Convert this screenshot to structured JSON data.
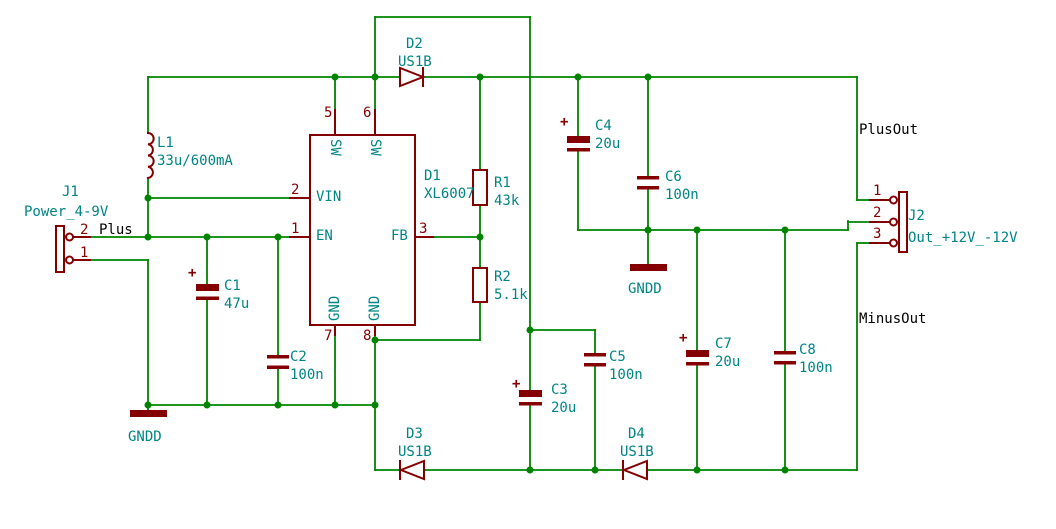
{
  "colors": {
    "wire": "#008400",
    "symbol": "#840000",
    "field": "#008484",
    "net_label": "#000000"
  },
  "components": {
    "J1": {
      "ref": "J1",
      "value": "Power_4-9V",
      "pin_numbers": [
        "1",
        "2"
      ]
    },
    "J2": {
      "ref": "J2",
      "value": "Out_+12V_-12V",
      "pin_numbers": [
        "1",
        "2",
        "3"
      ]
    },
    "L1": {
      "ref": "L1",
      "value": "33u/600mA"
    },
    "D1": {
      "ref": "D1",
      "value": "XL6007",
      "pins": {
        "vin_num": "2",
        "vin_name": "VIN",
        "en_num": "1",
        "en_name": "EN",
        "fb_num": "3",
        "fb_name": "FB",
        "sw_name": "SW",
        "sw5_num": "5",
        "sw6_num": "6",
        "gnd_name": "GND",
        "gnd7_num": "7",
        "gnd8_num": "8"
      }
    },
    "D2": {
      "ref": "D2",
      "value": "US1B"
    },
    "D3": {
      "ref": "D3",
      "value": "US1B"
    },
    "D4": {
      "ref": "D4",
      "value": "US1B"
    },
    "R1": {
      "ref": "R1",
      "value": "43k"
    },
    "R2": {
      "ref": "R2",
      "value": "5.1k"
    },
    "C1": {
      "ref": "C1",
      "value": "47u",
      "polarity": "+"
    },
    "C2": {
      "ref": "C2",
      "value": "100n"
    },
    "C3": {
      "ref": "C3",
      "value": "20u",
      "polarity": "+"
    },
    "C4": {
      "ref": "C4",
      "value": "20u",
      "polarity": "+"
    },
    "C5": {
      "ref": "C5",
      "value": "100n"
    },
    "C6": {
      "ref": "C6",
      "value": "100n"
    },
    "C7": {
      "ref": "C7",
      "value": "20u",
      "polarity": "+"
    },
    "C8": {
      "ref": "C8",
      "value": "100n"
    }
  },
  "power_symbols": [
    {
      "name": "GNDD"
    },
    {
      "name": "GNDD"
    }
  ],
  "net_labels": {
    "plus": "Plus",
    "plus_out": "PlusOut",
    "minus_out": "MinusOut"
  }
}
